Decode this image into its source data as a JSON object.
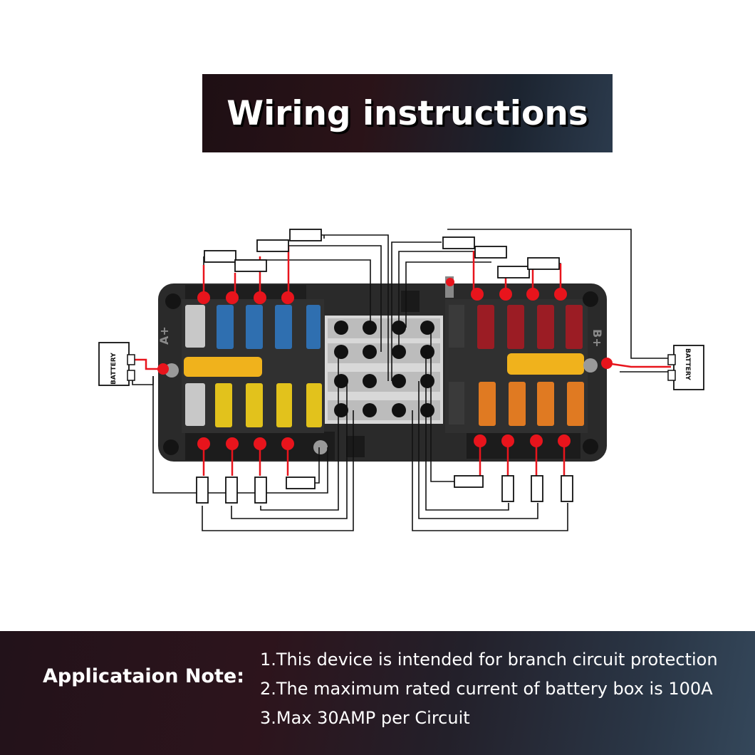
{
  "title": "Wiring instructions",
  "battery_left_label": "BATTERY",
  "battery_right_label": "BATTERY",
  "terminal_left_label": "A+",
  "terminal_right_label": "B+",
  "application_note": {
    "heading": "Applicataion Note:",
    "lines": [
      "1.This device is intended for branch circuit protection",
      "2.The maximum rated current of battery box is 100A",
      "3.Max 30AMP per Circuit"
    ]
  },
  "colors": {
    "fuse_blue": "#2f6fb0",
    "fuse_red": "#9b1c24",
    "fuse_yellow": "#e2c21c",
    "fuse_orange": "#e07a22",
    "fuse_clear": "#c8c8c8",
    "indicator_red": "#e8141c",
    "bus_bar_yellow": "#f0b21c",
    "block_body": "#2a2a2a"
  }
}
